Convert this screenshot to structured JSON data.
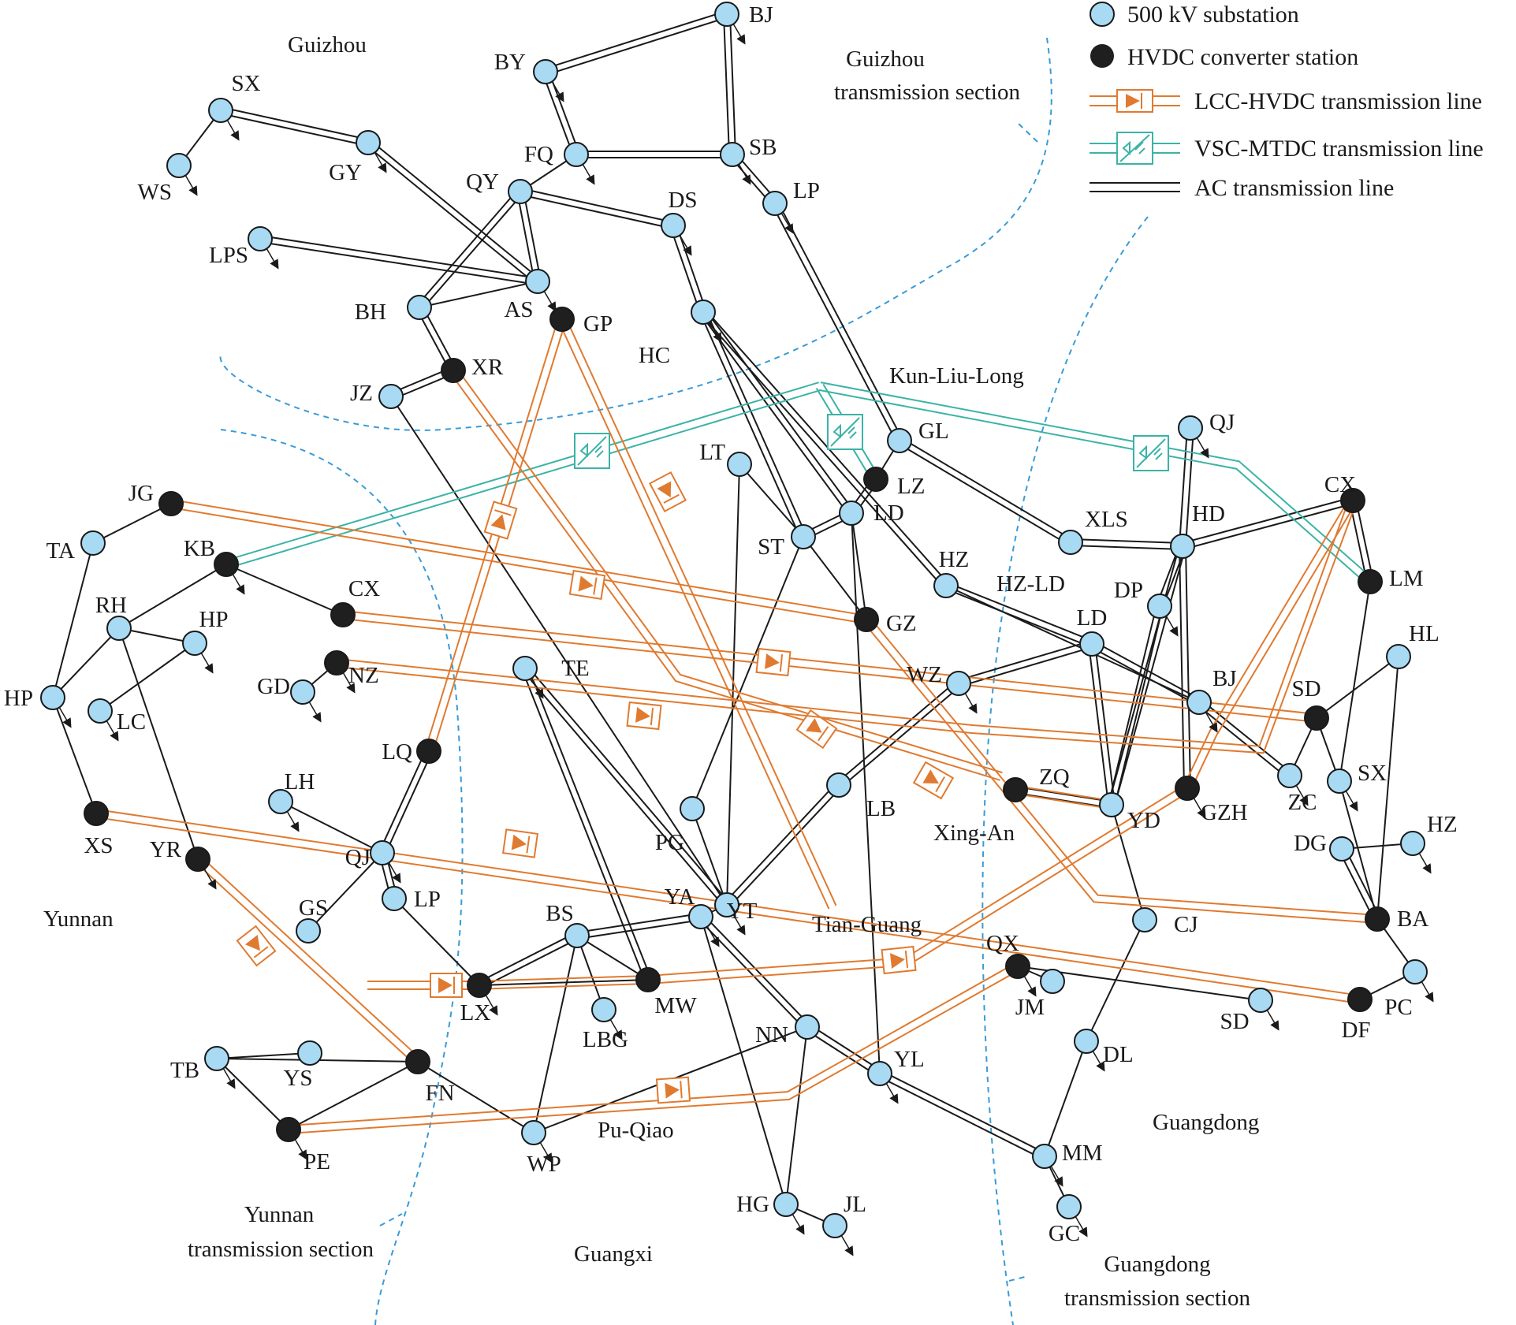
{
  "legend": {
    "substation": "500 kV substation",
    "converter": "HVDC converter station",
    "lcc": "LCC-HVDC transmission line",
    "vsc": "VSC-MTDC transmission line",
    "ac": "AC transmission line"
  },
  "regions": {
    "guizhou": "Guizhou",
    "yunnan": "Yunnan",
    "guangxi": "Guangxi",
    "guangdong": "Guangdong"
  },
  "sections": {
    "guizhou": [
      "Guizhou",
      "transmission section"
    ],
    "yunnan": [
      "Yunnan",
      "transmission section"
    ],
    "guangdong": [
      "Guangdong",
      "transmission section"
    ]
  },
  "corridors": [
    "Kun-Liu-Long",
    "HZ-LD",
    "Xing-An",
    "Tian-Guang",
    "Pu-Qiao"
  ],
  "colors": {
    "substation": "#a8daf3",
    "converter": "#1f1f1f",
    "lcc": "#e07a30",
    "vsc": "#3bb3a6",
    "ac": "#1a1a1a",
    "section": "#3a9bd4"
  },
  "nodes": [
    {
      "id": "BJ",
      "type": "sub"
    },
    {
      "id": "BY",
      "type": "sub"
    },
    {
      "id": "FQ",
      "type": "sub"
    },
    {
      "id": "SB",
      "type": "sub"
    },
    {
      "id": "LP",
      "type": "sub"
    },
    {
      "id": "SX",
      "type": "sub"
    },
    {
      "id": "WS",
      "type": "sub"
    },
    {
      "id": "GY",
      "type": "sub"
    },
    {
      "id": "QY",
      "type": "sub"
    },
    {
      "id": "DS",
      "type": "sub"
    },
    {
      "id": "LPS",
      "type": "sub"
    },
    {
      "id": "AS",
      "type": "sub"
    },
    {
      "id": "GP",
      "type": "conv"
    },
    {
      "id": "BH",
      "type": "sub"
    },
    {
      "id": "XR",
      "type": "conv"
    },
    {
      "id": "JZ",
      "type": "sub"
    },
    {
      "id": "HC",
      "type": "sub"
    },
    {
      "id": "GL",
      "type": "sub"
    },
    {
      "id": "LZ",
      "type": "conv"
    },
    {
      "id": "LT",
      "type": "sub"
    },
    {
      "id": "LD",
      "type": "sub"
    },
    {
      "id": "ST",
      "type": "sub"
    },
    {
      "id": "GZ",
      "type": "conv"
    },
    {
      "id": "HZ",
      "type": "sub"
    },
    {
      "id": "XLS",
      "type": "sub"
    },
    {
      "id": "QJ",
      "type": "sub"
    },
    {
      "id": "HD",
      "type": "sub"
    },
    {
      "id": "CX",
      "type": "conv"
    },
    {
      "id": "LM",
      "type": "conv"
    },
    {
      "id": "DP",
      "type": "sub"
    },
    {
      "id": "LD",
      "type": "sub"
    },
    {
      "id": "HL",
      "type": "sub"
    },
    {
      "id": "WZ",
      "type": "sub"
    },
    {
      "id": "BJ",
      "type": "sub"
    },
    {
      "id": "SD",
      "type": "conv"
    },
    {
      "id": "ZC",
      "type": "sub"
    },
    {
      "id": "SX",
      "type": "sub"
    },
    {
      "id": "ZQ",
      "type": "conv"
    },
    {
      "id": "YD",
      "type": "sub"
    },
    {
      "id": "GZH",
      "type": "conv"
    },
    {
      "id": "DG",
      "type": "sub"
    },
    {
      "id": "HZ",
      "type": "sub"
    },
    {
      "id": "BA",
      "type": "conv"
    },
    {
      "id": "PC",
      "type": "sub"
    },
    {
      "id": "DF",
      "type": "conv"
    },
    {
      "id": "CJ",
      "type": "sub"
    },
    {
      "id": "QX",
      "type": "conv"
    },
    {
      "id": "JM",
      "type": "sub"
    },
    {
      "id": "SD",
      "type": "sub"
    },
    {
      "id": "DL",
      "type": "sub"
    },
    {
      "id": "MM",
      "type": "sub"
    },
    {
      "id": "GC",
      "type": "sub"
    },
    {
      "id": "YL",
      "type": "sub"
    },
    {
      "id": "NN",
      "type": "sub"
    },
    {
      "id": "HG",
      "type": "sub"
    },
    {
      "id": "JL",
      "type": "sub"
    },
    {
      "id": "YA",
      "type": "sub"
    },
    {
      "id": "BS",
      "type": "sub"
    },
    {
      "id": "MW",
      "type": "conv"
    },
    {
      "id": "LBG",
      "type": "sub"
    },
    {
      "id": "LX",
      "type": "conv"
    },
    {
      "id": "PG",
      "type": "sub"
    },
    {
      "id": "YT",
      "type": "sub"
    },
    {
      "id": "LB",
      "type": "sub"
    },
    {
      "id": "TE",
      "type": "sub"
    },
    {
      "id": "WP",
      "type": "sub"
    },
    {
      "id": "FN",
      "type": "conv"
    },
    {
      "id": "PE",
      "type": "conv"
    },
    {
      "id": "TB",
      "type": "sub"
    },
    {
      "id": "YS",
      "type": "sub"
    },
    {
      "id": "GS",
      "type": "sub"
    },
    {
      "id": "LP",
      "type": "sub"
    },
    {
      "id": "QJ",
      "type": "sub"
    },
    {
      "id": "LH",
      "type": "sub"
    },
    {
      "id": "LQ",
      "type": "conv"
    },
    {
      "id": "JG",
      "type": "conv"
    },
    {
      "id": "TA",
      "type": "sub"
    },
    {
      "id": "KB",
      "type": "conv"
    },
    {
      "id": "RH",
      "type": "sub"
    },
    {
      "id": "HP",
      "type": "sub"
    },
    {
      "id": "HP",
      "type": "sub"
    },
    {
      "id": "LC",
      "type": "sub"
    },
    {
      "id": "CX",
      "type": "conv"
    },
    {
      "id": "NZ",
      "type": "conv"
    },
    {
      "id": "GD",
      "type": "sub"
    },
    {
      "id": "XS",
      "type": "conv"
    },
    {
      "id": "YR",
      "type": "conv"
    }
  ]
}
